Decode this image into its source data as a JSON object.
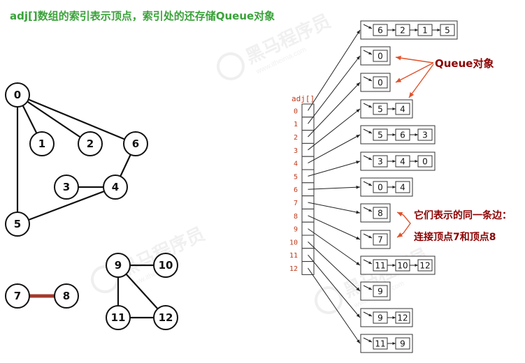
{
  "title": "adj[]数组的索引表示顶点，索引处的还存储Queue对象",
  "colors": {
    "title": "#3aa23a",
    "annotation": "#8b0000",
    "arrow_annotation": "#e0522b",
    "index_label": "#c0391b",
    "special_edge": "#a33a2c",
    "watermark": "#e8e8e8"
  },
  "graph": {
    "vertices": [
      "0",
      "1",
      "2",
      "3",
      "4",
      "5",
      "6",
      "7",
      "8",
      "9",
      "10",
      "11",
      "12"
    ],
    "edges": [
      [
        "0",
        "1"
      ],
      [
        "0",
        "2"
      ],
      [
        "0",
        "6"
      ],
      [
        "0",
        "5"
      ],
      [
        "6",
        "4"
      ],
      [
        "3",
        "4"
      ],
      [
        "4",
        "5"
      ],
      [
        "7",
        "8"
      ],
      [
        "9",
        "10"
      ],
      [
        "9",
        "11"
      ],
      [
        "11",
        "12"
      ],
      [
        "9",
        "12"
      ]
    ],
    "highlighted_edge": [
      "7",
      "8"
    ]
  },
  "adj": {
    "label": "adj[]",
    "indices": [
      "0",
      "1",
      "2",
      "3",
      "4",
      "5",
      "6",
      "7",
      "8",
      "9",
      "10",
      "11",
      "12"
    ],
    "queues": [
      [
        "6",
        "2",
        "1",
        "5"
      ],
      [
        "0"
      ],
      [
        "0"
      ],
      [
        "5",
        "4"
      ],
      [
        "5",
        "6",
        "3"
      ],
      [
        "3",
        "4",
        "0"
      ],
      [
        "0",
        "4"
      ],
      [
        "8"
      ],
      [
        "7"
      ],
      [
        "11",
        "10",
        "12"
      ],
      [
        "9"
      ],
      [
        "9",
        "12"
      ],
      [
        "11",
        "9"
      ]
    ]
  },
  "annotations": {
    "queue_label": "Queue对象",
    "edge_note_line1": "它们表示的同一条边：",
    "edge_note_line2": "连接顶点7和顶点8"
  },
  "watermark": {
    "brand": "黑马程序员",
    "site": "www.itheima.com"
  }
}
